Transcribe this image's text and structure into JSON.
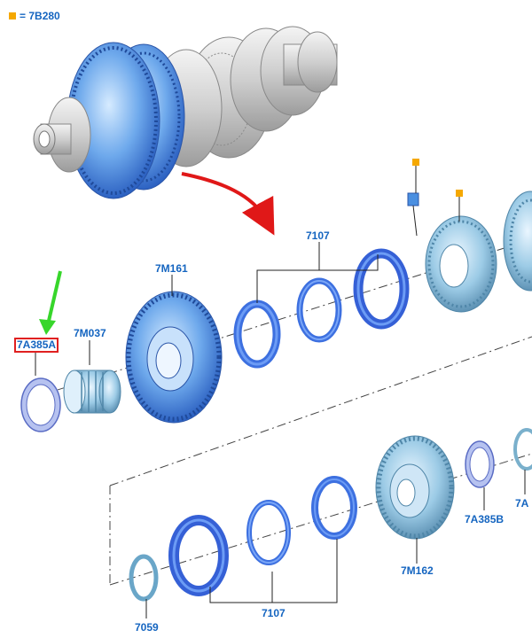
{
  "legend": {
    "marker_color": "#f5a800",
    "equals": "=",
    "code": "7B280"
  },
  "callouts": {
    "c_7a385a": "7A385A",
    "c_7m037": "7M037",
    "c_7m161": "7M161",
    "c_7107_top": "7107",
    "c_7a385b": "7A385B",
    "c_7a_cut": "7A",
    "c_7059": "7059",
    "c_7107_bottom": "7107",
    "c_7m162": "7M162"
  },
  "colors": {
    "part_blue": "#4a8fe0",
    "part_blue_dark": "#2f66c8",
    "highlight_box": "#e02020",
    "pointer_arrow": "#37d62b",
    "flow_arrow": "#e01818",
    "marker": "#f5a800"
  }
}
